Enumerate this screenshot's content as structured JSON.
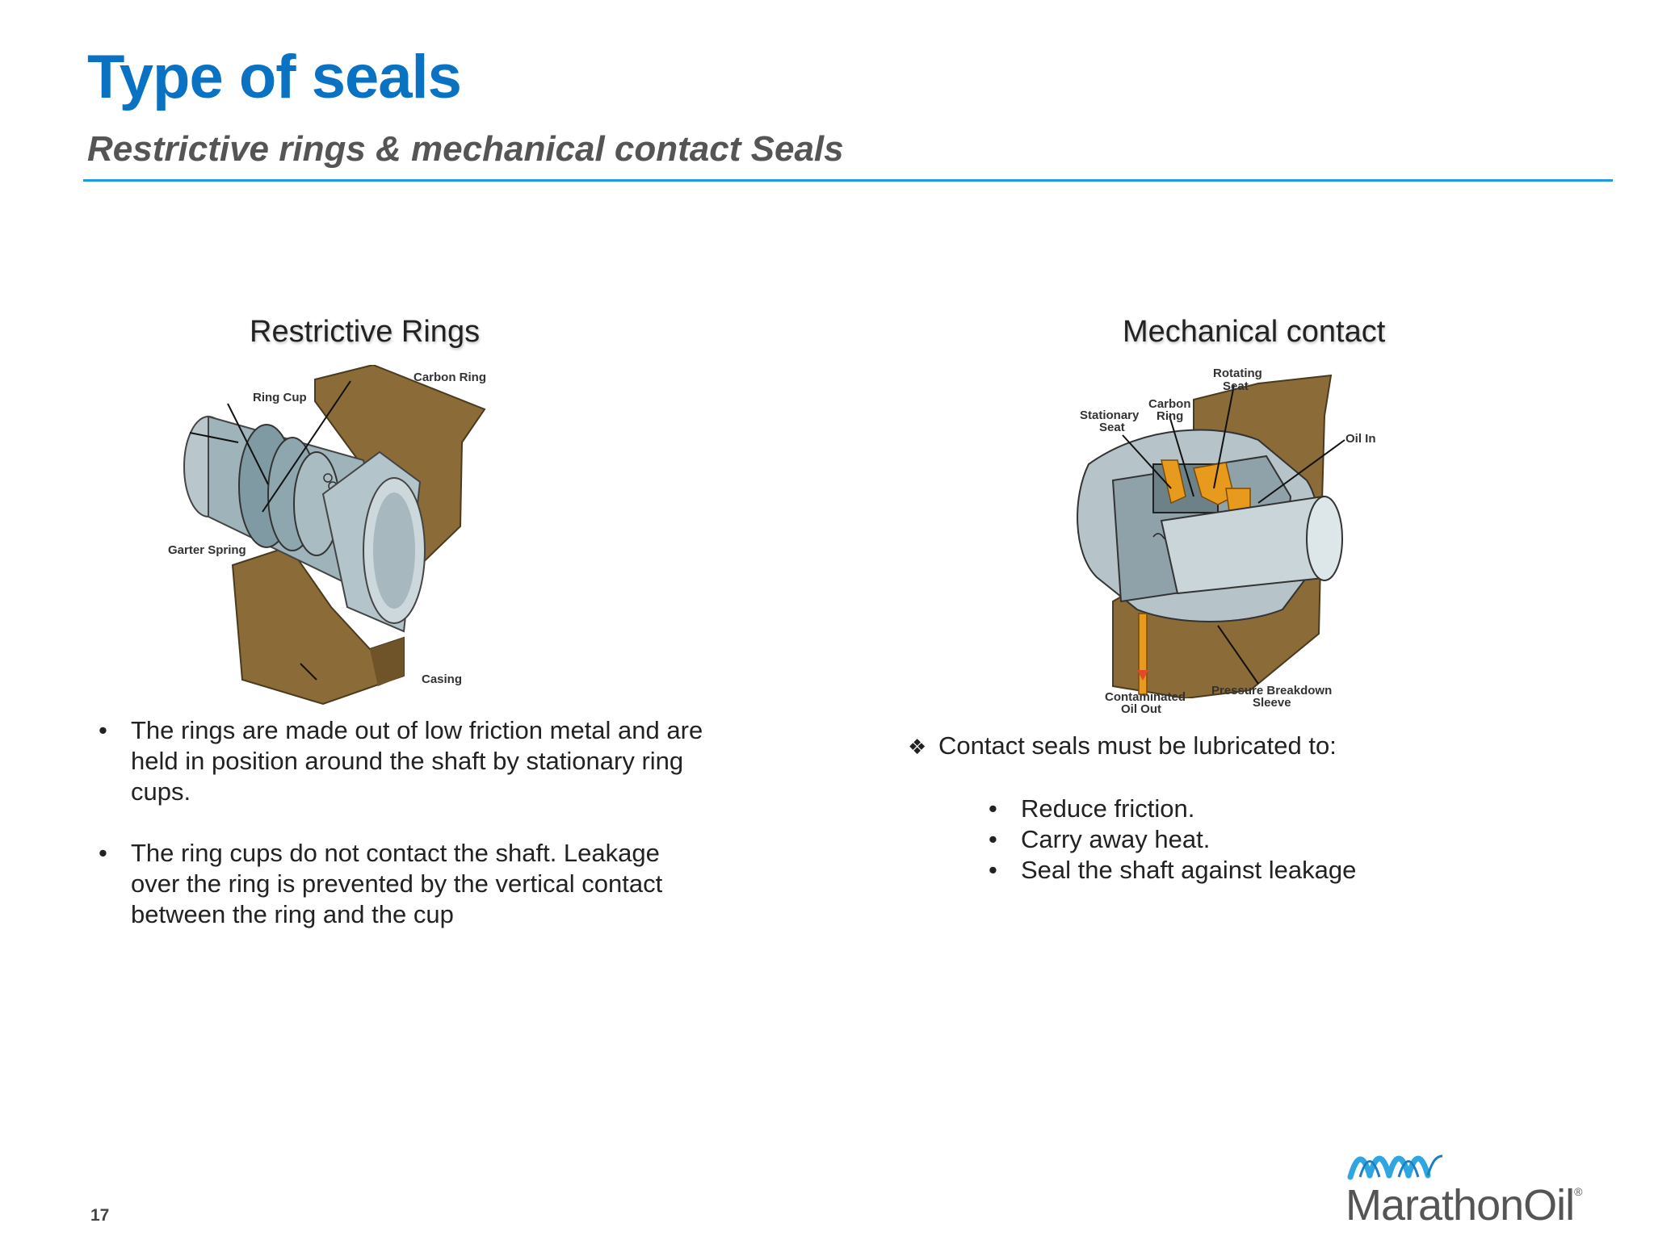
{
  "header": {
    "title": "Type of seals",
    "subtitle": "Restrictive rings & mechanical contact Seals"
  },
  "left": {
    "heading": "Restrictive Rings",
    "figure_labels": {
      "carbon_ring": "Carbon Ring",
      "ring_cup": "Ring Cup",
      "garter_spring": "Garter Spring",
      "casing": "Casing"
    },
    "bullets": [
      "The rings are made out of low friction metal and are held in position around the shaft by stationary ring cups.",
      "The ring cups do not contact the shaft.  Leakage over the ring is prevented by the vertical contact between the ring and the cup"
    ]
  },
  "right": {
    "heading": "Mechanical contact",
    "figure_labels": {
      "rotating_seat_1": "Rotating",
      "rotating_seat_2": "Seat",
      "carbon_ring_1": "Carbon",
      "carbon_ring_2": "Ring",
      "stationary_seat_1": "Stationary",
      "stationary_seat_2": "Seat",
      "oil_in": "Oil In",
      "contaminated_1": "Contaminated",
      "contaminated_2": "Oil Out",
      "pressure_1": "Pressure Breakdown",
      "pressure_2": "Sleeve"
    },
    "lead": "Contact seals must be lubricated to:",
    "items": [
      "Reduce friction.",
      "Carry away heat.",
      "Seal the shaft against leakage"
    ]
  },
  "footer": {
    "page_number": "17",
    "logo_text": "MarathonOil",
    "logo_mark": "®"
  },
  "icons": {
    "bullet": "•",
    "lead_marker": "❖"
  },
  "colors": {
    "title": "#0a72c2",
    "rule": "#1e9be0",
    "casing": "#8b6b37",
    "oil": "#e89a1c",
    "logo_blue": "#2fa6e0"
  }
}
